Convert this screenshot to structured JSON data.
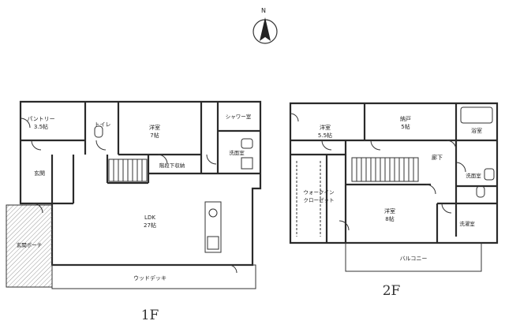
{
  "compass": {
    "label": "N"
  },
  "floor1": {
    "label": "1F",
    "rooms": {
      "pantry_name": "パントリー",
      "pantry_size": "3.5帖",
      "toilet": "トイレ",
      "western_name": "洋室",
      "western_size": "7帖",
      "shower": "シャワー室",
      "washroom": "洗面室",
      "under_stairs": "階段下収納",
      "entrance": "玄関",
      "ldk_name": "LDK",
      "ldk_size": "27帖",
      "porch": "玄関ポーチ",
      "deck": "ウッドデッキ"
    }
  },
  "floor2": {
    "label": "2F",
    "rooms": {
      "western_a_name": "洋室",
      "western_a_size": "5.5帖",
      "storage_name": "納戸",
      "storage_size": "5帖",
      "bath": "浴室",
      "corridor": "廊下",
      "washroom": "洗面室",
      "wic_line1": "ウォークイン",
      "wic_line2": "クローゼット",
      "western_b_name": "洋室",
      "western_b_size": "8帖",
      "laundry": "洗濯室",
      "balcony": "バルコニー"
    }
  }
}
